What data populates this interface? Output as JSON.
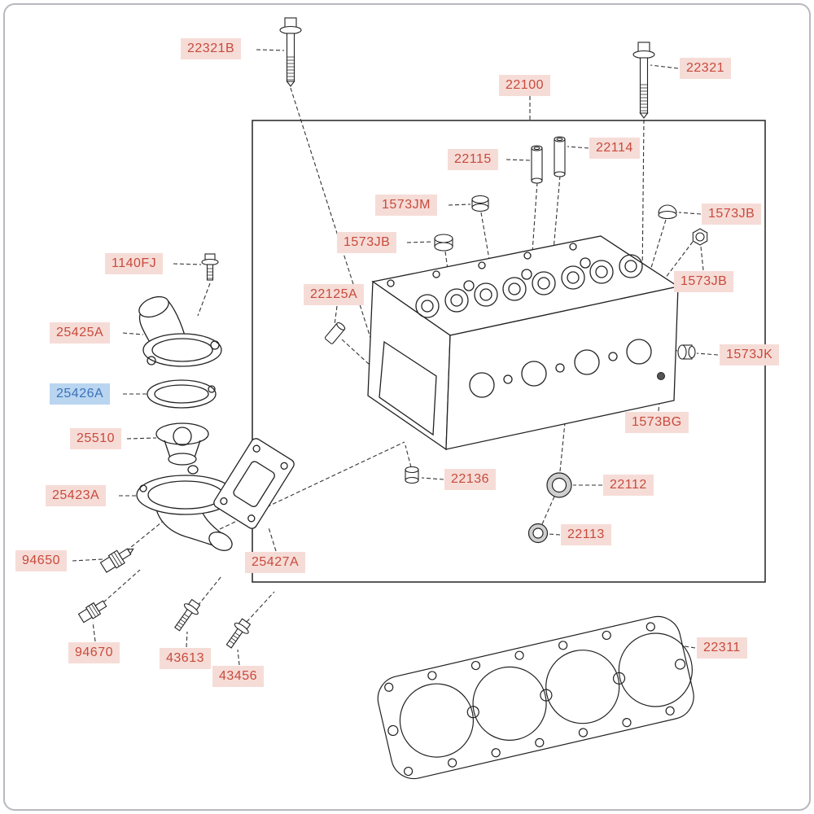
{
  "colors": {
    "label_background": "#f6dcd7",
    "label_text": "#c84a3c",
    "highlight_background": "#b9d5f0",
    "highlight_text": "#3b72b8",
    "line_color": "#222222",
    "page_border": "#b8b8be"
  },
  "diagram": {
    "type": "exploded-parts-diagram",
    "selected_part": "25426A",
    "labels": [
      {
        "text": "22321B",
        "highlight": false
      },
      {
        "text": "22100",
        "highlight": false
      },
      {
        "text": "22321",
        "highlight": false
      },
      {
        "text": "22115",
        "highlight": false
      },
      {
        "text": "22114",
        "highlight": false
      },
      {
        "text": "1573JM",
        "highlight": false
      },
      {
        "text": "1573JB",
        "highlight": false
      },
      {
        "text": "1573JB",
        "highlight": false
      },
      {
        "text": "1573JB",
        "highlight": false
      },
      {
        "text": "22125A",
        "highlight": false
      },
      {
        "text": "1140FJ",
        "highlight": false
      },
      {
        "text": "25425A",
        "highlight": false
      },
      {
        "text": "25426A",
        "highlight": true
      },
      {
        "text": "25510",
        "highlight": false
      },
      {
        "text": "25423A",
        "highlight": false
      },
      {
        "text": "1573JK",
        "highlight": false
      },
      {
        "text": "1573BG",
        "highlight": false
      },
      {
        "text": "22136",
        "highlight": false
      },
      {
        "text": "22112",
        "highlight": false
      },
      {
        "text": "22113",
        "highlight": false
      },
      {
        "text": "94650",
        "highlight": false
      },
      {
        "text": "94670",
        "highlight": false
      },
      {
        "text": "43613",
        "highlight": false
      },
      {
        "text": "43456",
        "highlight": false
      },
      {
        "text": "25427A",
        "highlight": false
      },
      {
        "text": "22311",
        "highlight": false
      }
    ]
  }
}
